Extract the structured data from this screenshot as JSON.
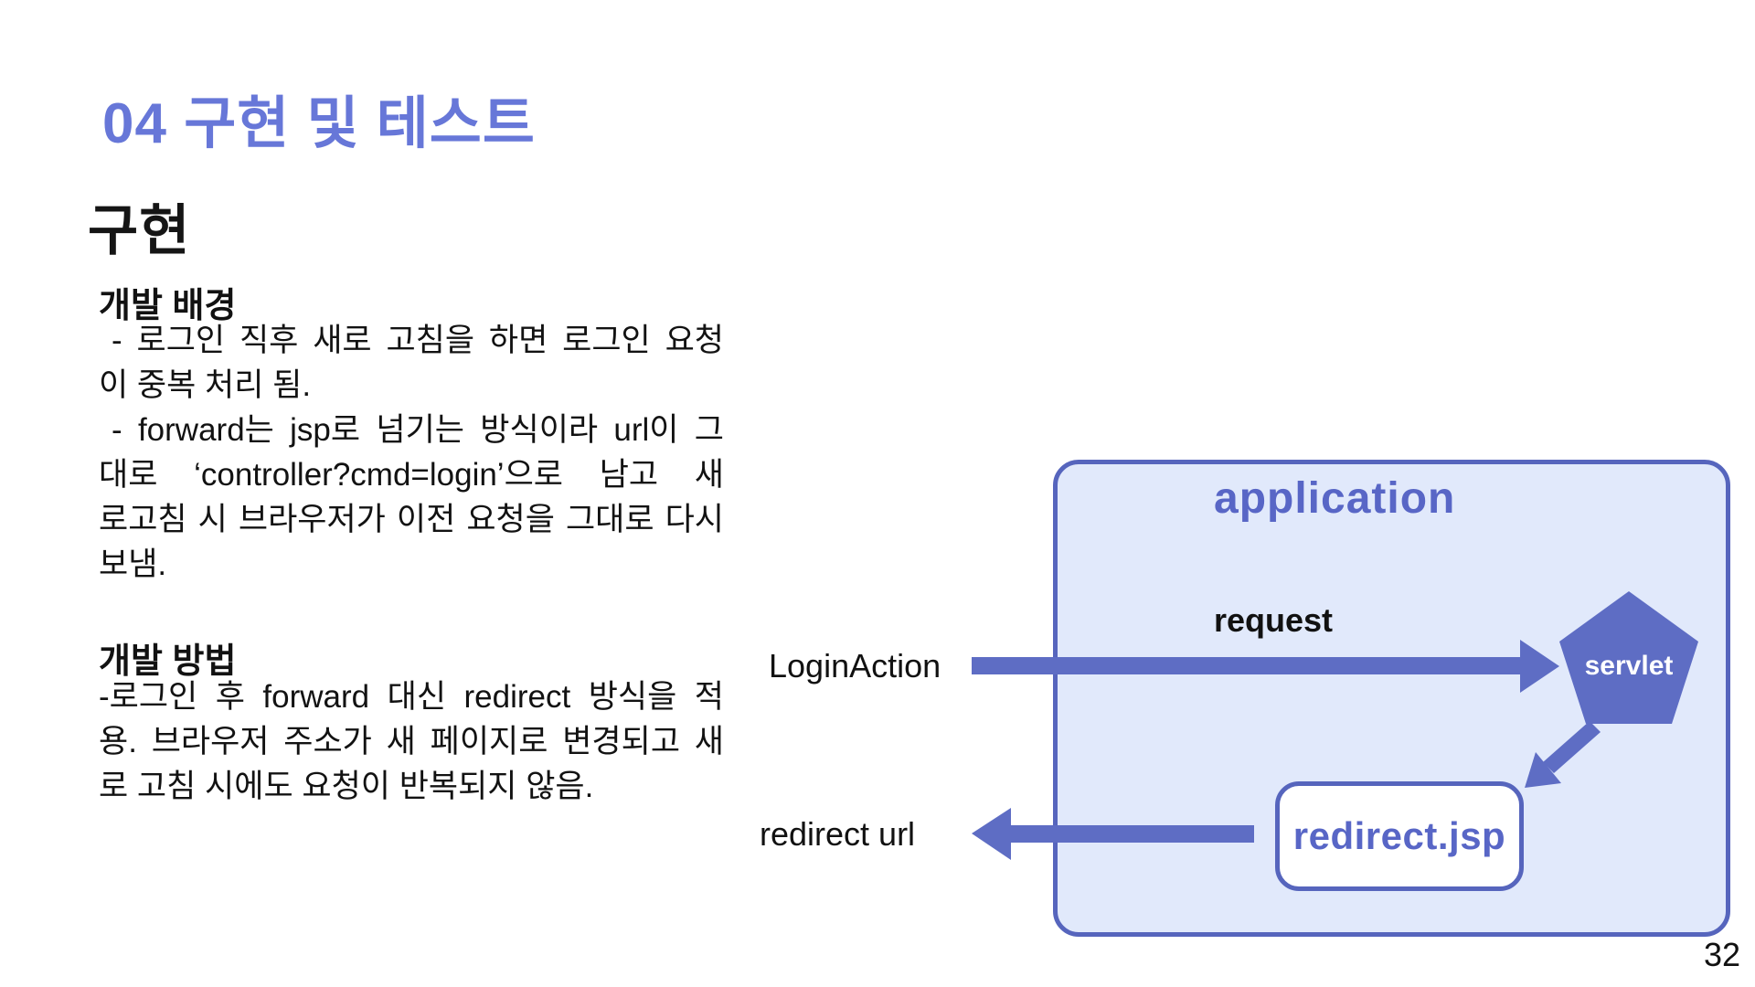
{
  "page": {
    "kicker": "04 구현 및 테스트",
    "heading": "구현",
    "page_number": "32"
  },
  "content": {
    "section1": {
      "title": "개발 배경",
      "lines": [
        "- 로그인 직후 새로 고침을 하면 로그인 요청",
        "이 중복 처리 됨.",
        "- forward는 jsp로 넘기는 방식이라 url이 그",
        "대로 ‘controller?cmd=login’으로 남고 새",
        "로고침 시 브라우저가 이전 요청을 그대로 다시",
        "보냄."
      ]
    },
    "section2": {
      "title": "개발 방법",
      "lines": [
        "-로그인 후 forward 대신 redirect 방식을 적",
        "용. 브라우저 주소가 새 페이지로 변경되고 새",
        "로 고침 시에도 요청이 반복되지 않음."
      ]
    }
  },
  "diagram": {
    "container_label": "application",
    "request_label": "request",
    "login_action_label": "LoginAction",
    "servlet_label": "servlet",
    "redirect_jsp_label": "redirect.jsp",
    "redirect_url_label": "redirect url",
    "colors": {
      "accent_shape": "#5e6dc4",
      "accent_text": "#5866c6",
      "box_border": "#5665bd",
      "box_fill": "#e1e9fb",
      "title_purple": "#6777d8"
    }
  }
}
